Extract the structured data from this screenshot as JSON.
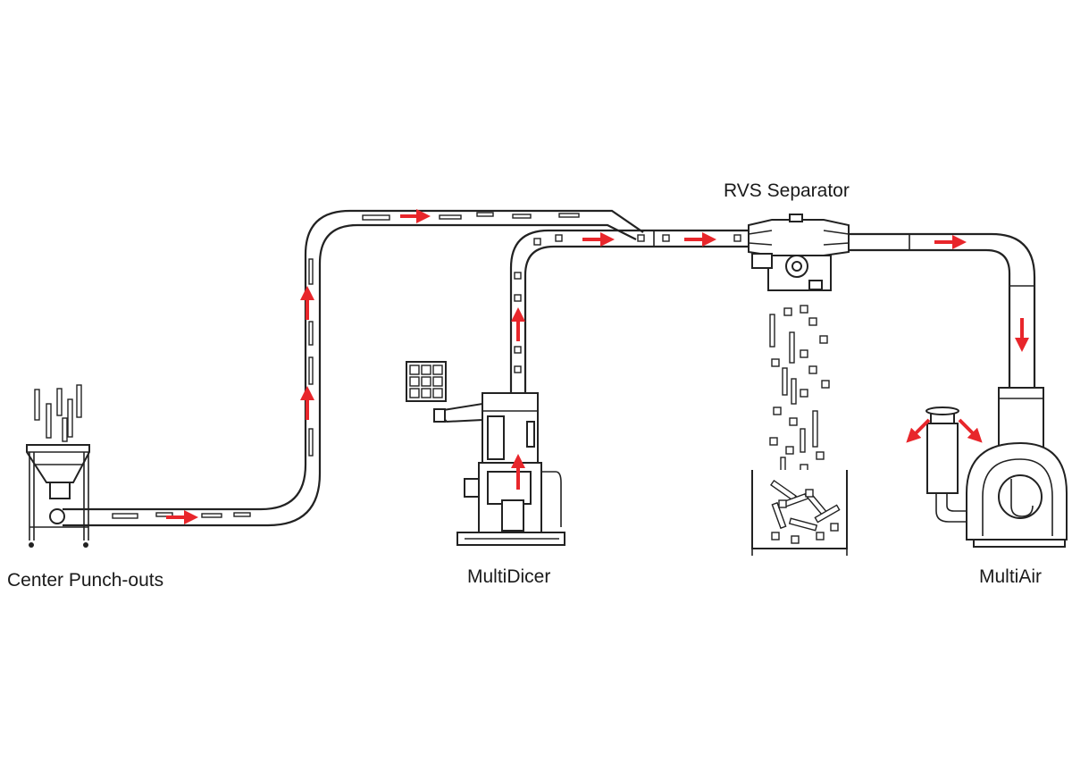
{
  "labels": {
    "center_punch_outs": "Center Punch-outs",
    "multidicer": "MultiDicer",
    "rvs_separator": "RVS Separator",
    "multiair": "MultiAir"
  },
  "colors": {
    "flow_arrow": "#e8262b",
    "line": "#222222",
    "background": "#ffffff"
  }
}
